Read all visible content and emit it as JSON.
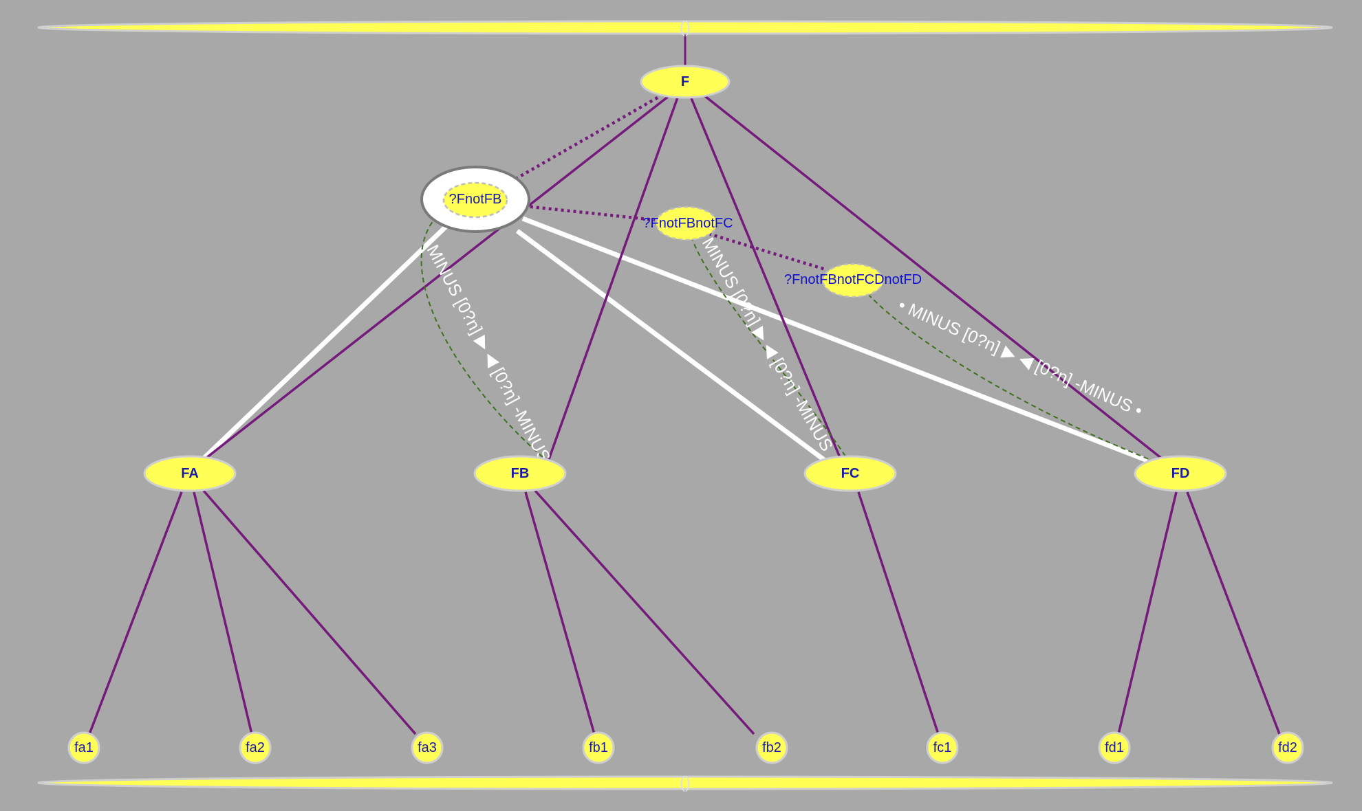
{
  "colors": {
    "background": "#a8a8a8",
    "node_fill": "#ffff55",
    "node_stroke": "#cfcfcf",
    "node_text": "#1a1aa8",
    "edge_purple": "#741a7a",
    "edge_green": "#3f6f1f",
    "edge_white": "#ffffff"
  },
  "bars": {
    "top_label": "()",
    "bottom_label": "()"
  },
  "root": {
    "label": "F"
  },
  "minus_group": {
    "label": "?FnotFB"
  },
  "optional_vars": {
    "fnotfb_notfc": "?FnotFBnotFC",
    "fnotfb_notfc_notfd": "?FnotFBnotFCDnotFD"
  },
  "children": {
    "fa": "FA",
    "fb": "FB",
    "fc": "FC",
    "fd": "FD"
  },
  "leaves": {
    "fa1": "fa1",
    "fa2": "fa2",
    "fa3": "fa3",
    "fb1": "fb1",
    "fb2": "fb2",
    "fc1": "fc1",
    "fd1": "fd1",
    "fd2": "fd2"
  },
  "edge_labels": {
    "minus_fb": "MINUS [0?n] ▶ ◀ [0?n] -MINUS •",
    "minus_fc": "MINUS [0?n] ▶ ◀ [0?n] -MINUS",
    "minus_fd": "• MINUS [0?n] ▶ ◀ [0?n] -MINUS •"
  }
}
